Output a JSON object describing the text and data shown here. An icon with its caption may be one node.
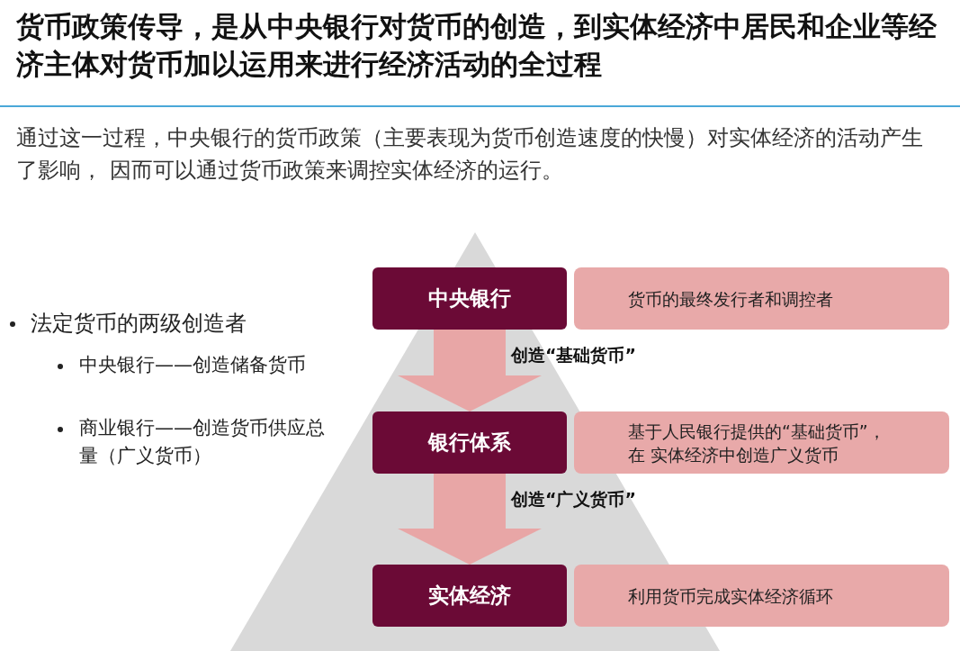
{
  "diagram": {
    "title": "货币政策传导，是从中央银行对货币的创造，到实体经济中居民和企业等经济主体对货币加以运用来进行经济活动的全过程",
    "nodes": [
      {
        "text": [
          "中央银行"
        ]
      },
      {
        "text": [
          "货币的最终发行者和调控者"
        ]
      },
      {
        "text": [
          "银行体系"
        ]
      },
      {
        "text": [
          "基于人民银行提供的“基础货币”，在 实体经济中创造广义货币"
        ]
      },
      {
        "text": [
          "实体经济"
        ]
      },
      {
        "text": [
          "利用货币完成实体经济循环"
        ]
      }
    ],
    "edges": [
      {
        "from": 0,
        "to": 2,
        "arrow": "to",
        "label": "创造“基础货币”"
      },
      {
        "from": 2,
        "to": 4,
        "arrow": "to",
        "label": "创造“广义货币”"
      }
    ],
    "labels": [
      "通过这一过程，中央银行的货币政策（主要表现为货币创造速度的快慢）对实体经济的活动产生了影响， 因而可以通过货币政策来调控实体经济的运行。",
      "法定货币的两级创造者",
      "中央银行——创造储备货币",
      "商业银行——创造货币供应总量（广义货币）"
    ]
  }
}
